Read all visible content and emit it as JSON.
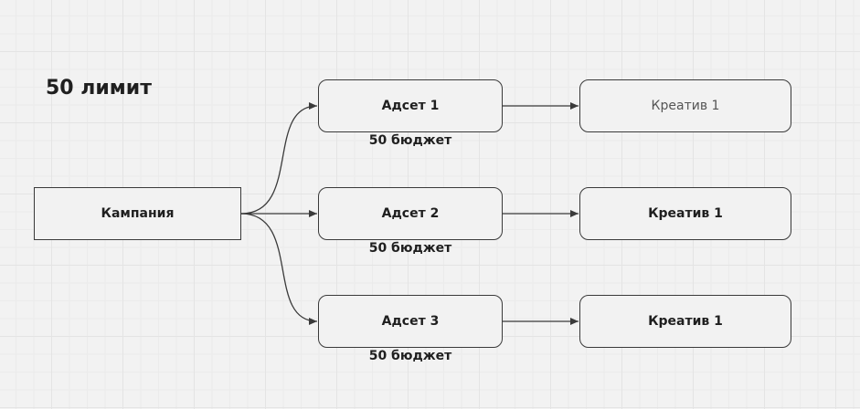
{
  "diagram": {
    "title": "50 лимит",
    "campaign": {
      "label": "Кампания"
    },
    "rows": [
      {
        "adset": "Адсет 1",
        "budget": "50 бюджет",
        "creative": "Креатив 1"
      },
      {
        "adset": "Адсет 2",
        "budget": "50 бюджет",
        "creative": "Креатив 1"
      },
      {
        "adset": "Адсет 3",
        "budget": "50 бюджет",
        "creative": "Креатив 1"
      }
    ]
  },
  "colors": {
    "background": "#f2f2f2",
    "stroke": "#3a3a3a",
    "text": "#1f1f1f"
  }
}
